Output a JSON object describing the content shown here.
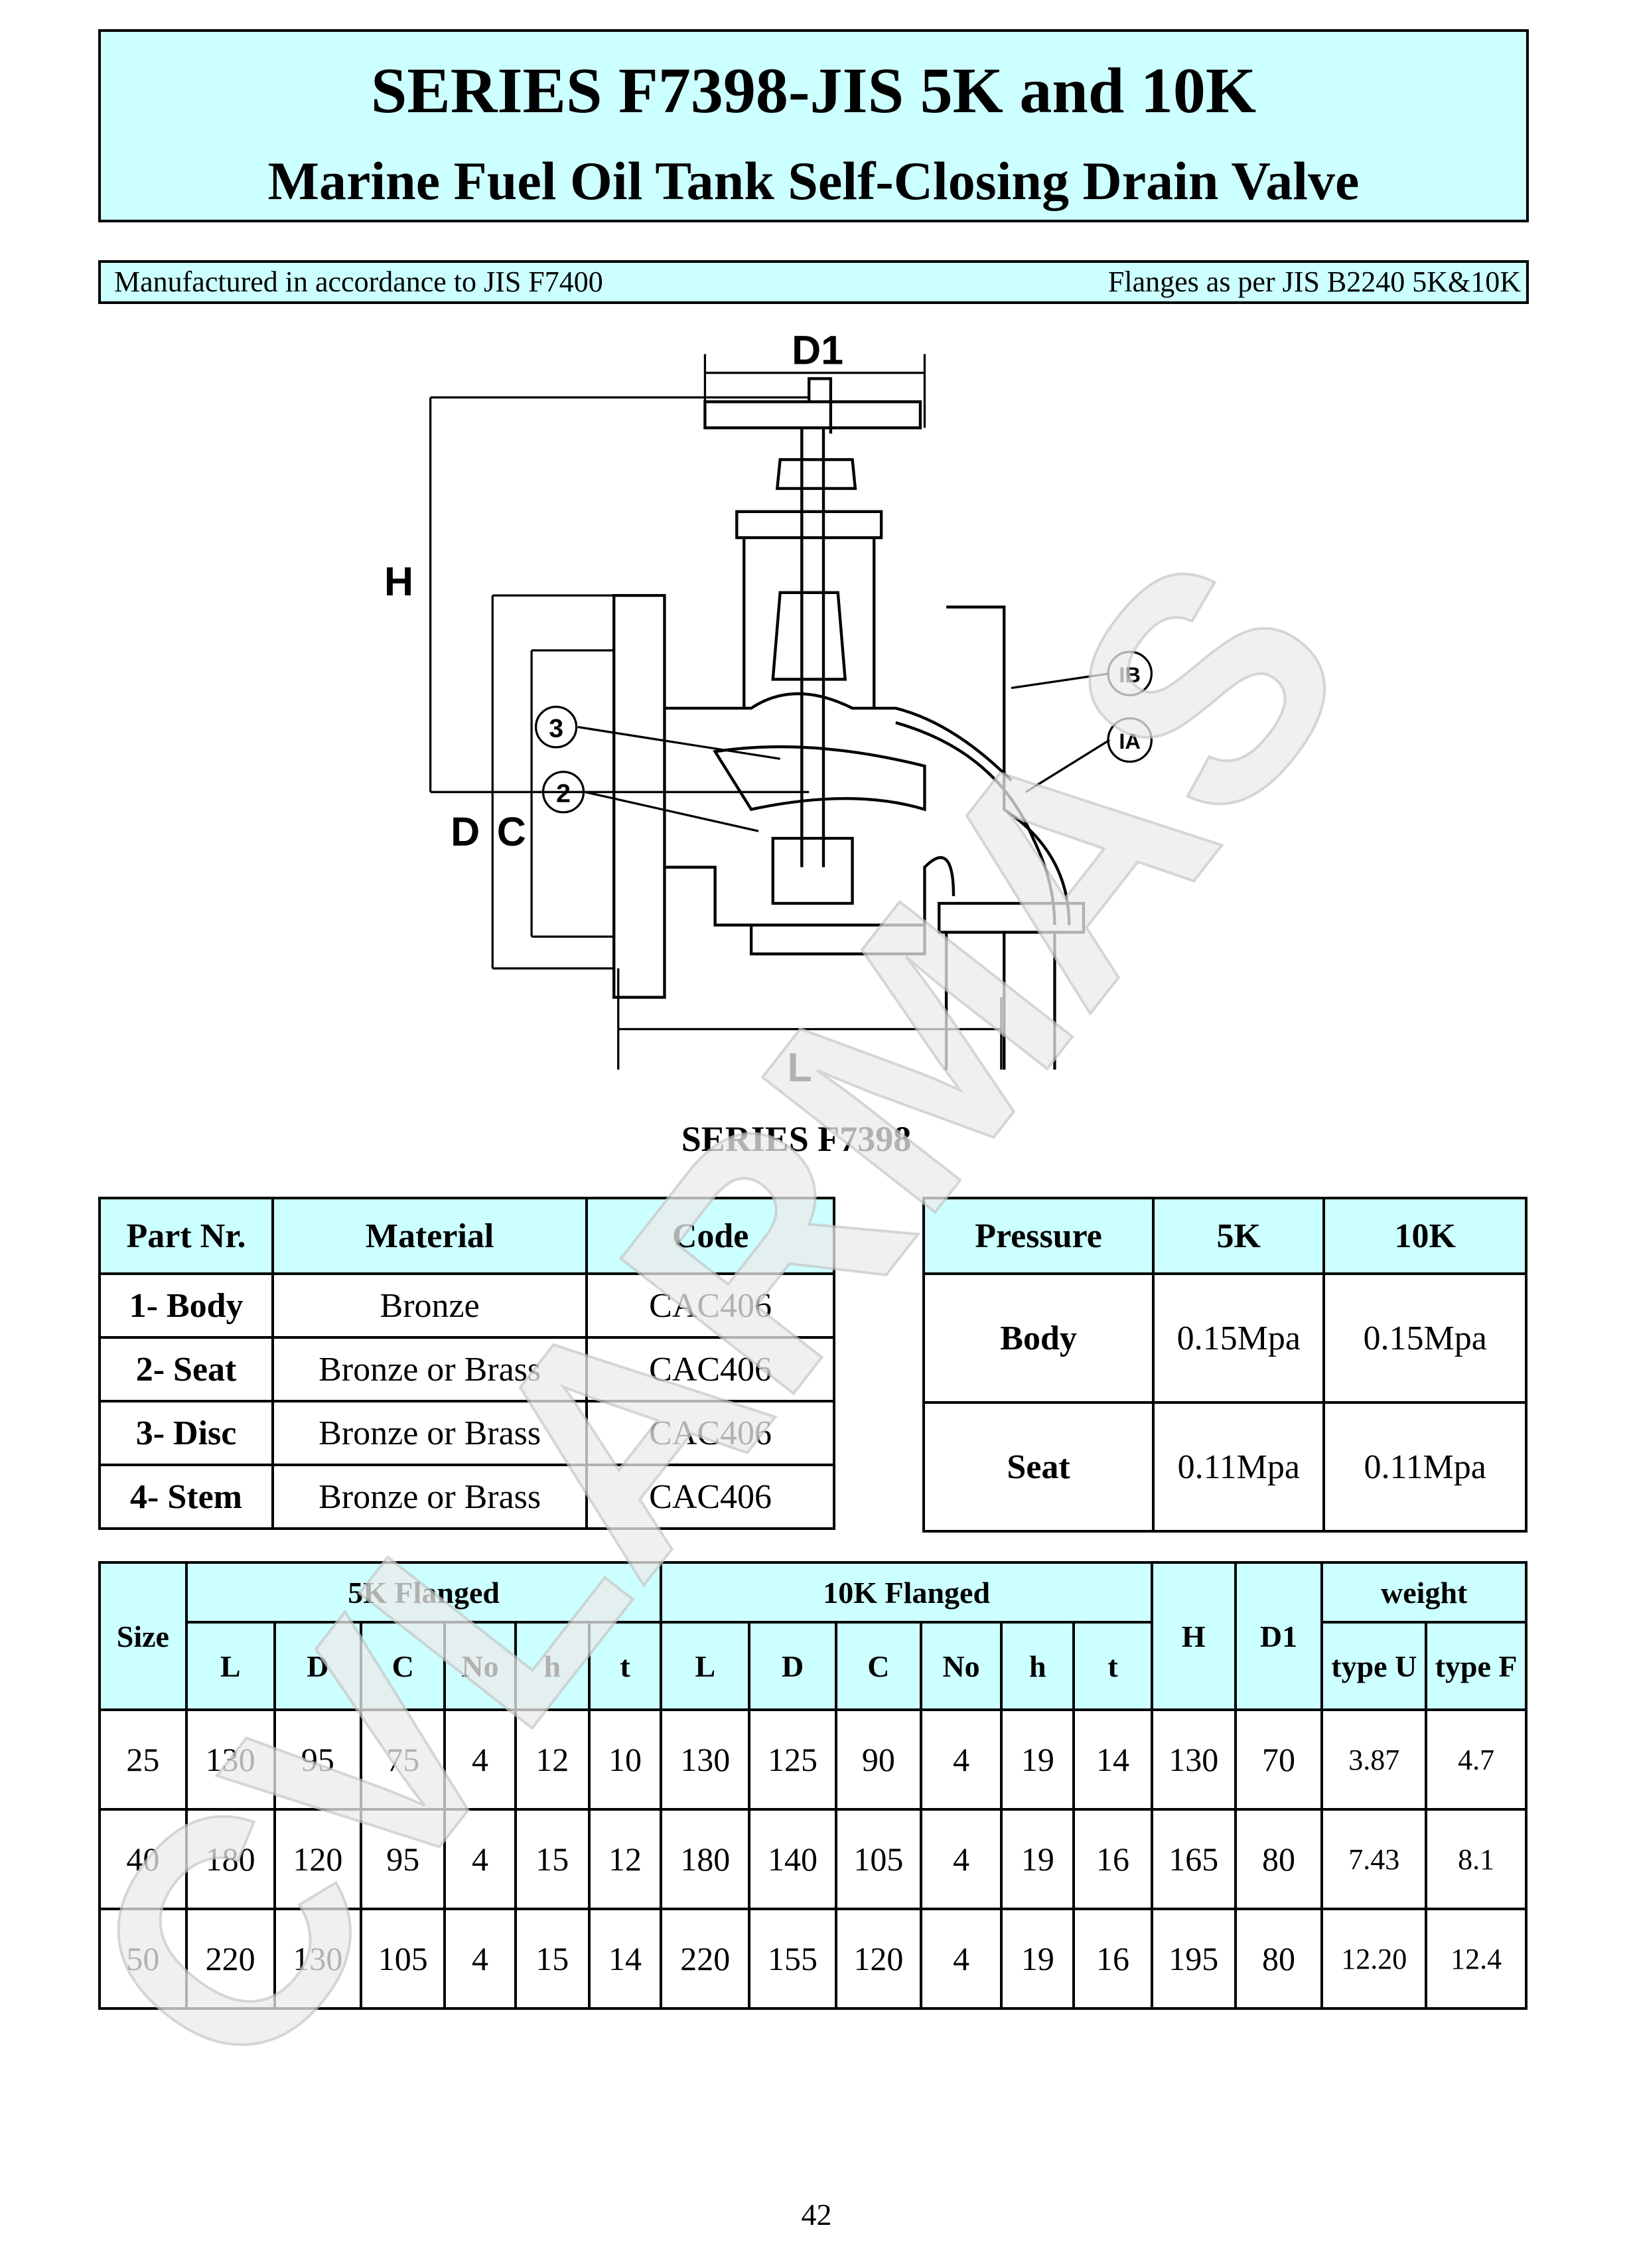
{
  "header": {
    "title": "SERIES F7398-JIS 5K and 10K",
    "subtitle": "Marine Fuel Oil Tank Self-Closing Drain Valve"
  },
  "info_bar": {
    "left": "Manufactured in accordance to JIS F7400",
    "right": "Flanges as per JIS B2240 5K&10K"
  },
  "diagram": {
    "labels": {
      "d1": "D1",
      "h": "H",
      "d": "D",
      "c": "C",
      "l": "L"
    },
    "callouts": [
      "3",
      "2",
      "IB",
      "IA"
    ],
    "caption": "SERIES F7398"
  },
  "watermark": "CVLARMAS",
  "parts_table": {
    "headers": [
      "Part Nr.",
      "Material",
      "Code"
    ],
    "rows": [
      [
        "1- Body",
        "Bronze",
        "CAC406"
      ],
      [
        "2- Seat",
        "Bronze or Brass",
        "CAC406"
      ],
      [
        "3- Disc",
        "Bronze or Brass",
        "CAC406"
      ],
      [
        "4- Stem",
        "Bronze or Brass",
        "CAC406"
      ]
    ]
  },
  "pressure_table": {
    "headers": [
      "Pressure",
      "5K",
      "10K"
    ],
    "rows": [
      [
        "Body",
        "0.15Mpa",
        "0.15Mpa"
      ],
      [
        "Seat",
        "0.11Mpa",
        "0.11Mpa"
      ]
    ]
  },
  "dimension_table": {
    "size_header": "Size",
    "group_5k": "5K Flanged",
    "group_10k": "10K Flanged",
    "h_header": "H",
    "d1_header": "D1",
    "weight_header": "weight",
    "sub_5k": [
      "L",
      "D",
      "C",
      "No",
      "h",
      "t"
    ],
    "sub_10k": [
      "L",
      "D",
      "C",
      "No",
      "h",
      "t"
    ],
    "sub_weight": [
      "type U",
      "type F"
    ],
    "rows": [
      [
        "25",
        "130",
        "95",
        "75",
        "4",
        "12",
        "10",
        "130",
        "125",
        "90",
        "4",
        "19",
        "14",
        "130",
        "70",
        "3.87",
        "4.7"
      ],
      [
        "40",
        "180",
        "120",
        "95",
        "4",
        "15",
        "12",
        "180",
        "140",
        "105",
        "4",
        "19",
        "16",
        "165",
        "80",
        "7.43",
        "8.1"
      ],
      [
        "50",
        "220",
        "130",
        "105",
        "4",
        "15",
        "14",
        "220",
        "155",
        "120",
        "4",
        "19",
        "16",
        "195",
        "80",
        "12.20",
        "12.4"
      ]
    ]
  },
  "page_number": "42"
}
